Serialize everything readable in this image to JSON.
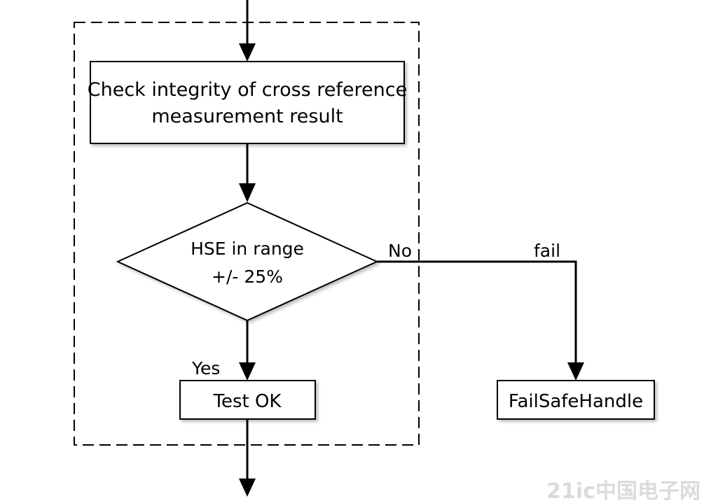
{
  "nodes": {
    "check": {
      "line1": "Check integrity of cross reference",
      "line2": "measurement result"
    },
    "decision": {
      "line1": "HSE in range",
      "line2": "+/- 25%"
    },
    "test_ok": {
      "label": "Test OK"
    },
    "failsafe": {
      "label": "FailSafeHandle"
    }
  },
  "edge_labels": {
    "no": "No",
    "fail": "fail",
    "yes": "Yes"
  },
  "watermark": "21ic中国电子网"
}
